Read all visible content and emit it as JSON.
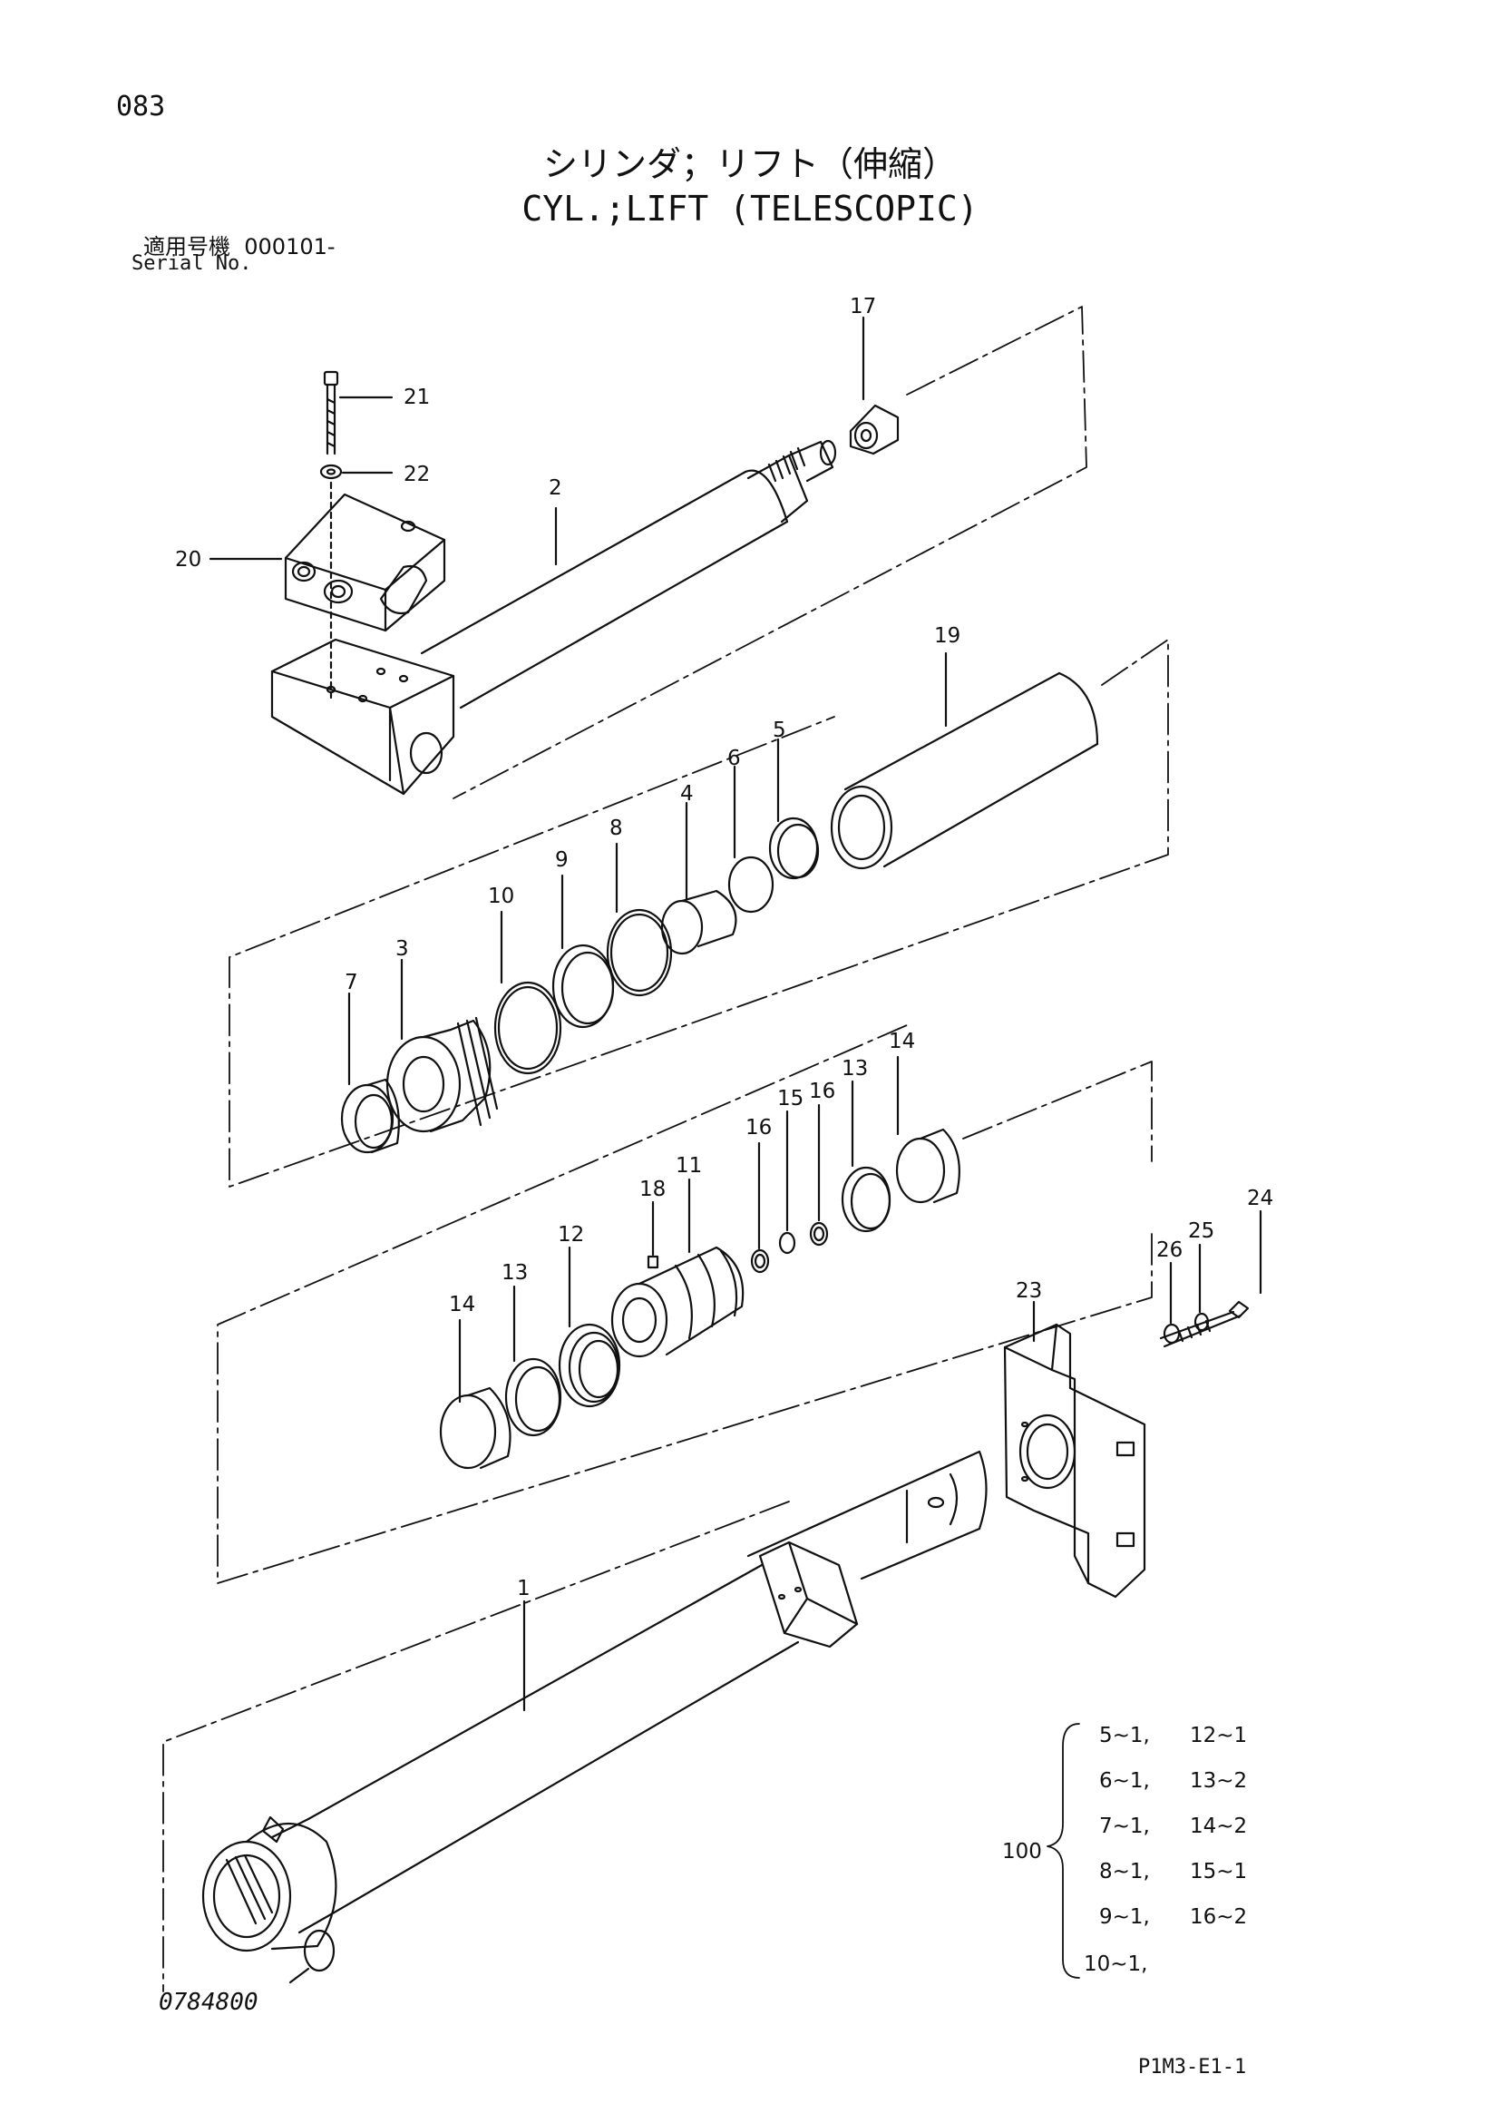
{
  "header": {
    "page_number": "083",
    "title_jp": "シリンダ；リフト（伸縮）",
    "title_en": "CYL.;LIFT (TELESCOPIC)",
    "serial_label_jp": "適用号機",
    "serial_value": "000101-",
    "serial_label_en": "Serial No."
  },
  "callouts": {
    "c1": "1",
    "c2": "2",
    "c3": "3",
    "c4": "4",
    "c5": "5",
    "c6": "6",
    "c7": "7",
    "c8": "8",
    "c9": "9",
    "c10": "10",
    "c11": "11",
    "c12": "12",
    "c13a": "13",
    "c13b": "13",
    "c14a": "14",
    "c14b": "14",
    "c15": "15",
    "c16a": "16",
    "c16b": "16",
    "c17": "17",
    "c18": "18",
    "c19": "19",
    "c20": "20",
    "c21": "21",
    "c22": "22",
    "c23": "23",
    "c24": "24",
    "c25": "25",
    "c26": "26"
  },
  "kit": {
    "label": "100",
    "items": [
      "5~1,",
      "12~1",
      "6~1,",
      "13~2",
      "7~1,",
      "14~2",
      "8~1,",
      "15~1",
      "9~1,",
      "16~2",
      "10~1,"
    ]
  },
  "footer": {
    "drawing_number": "0784800",
    "sheet_code": "P1M3-E1-1"
  }
}
